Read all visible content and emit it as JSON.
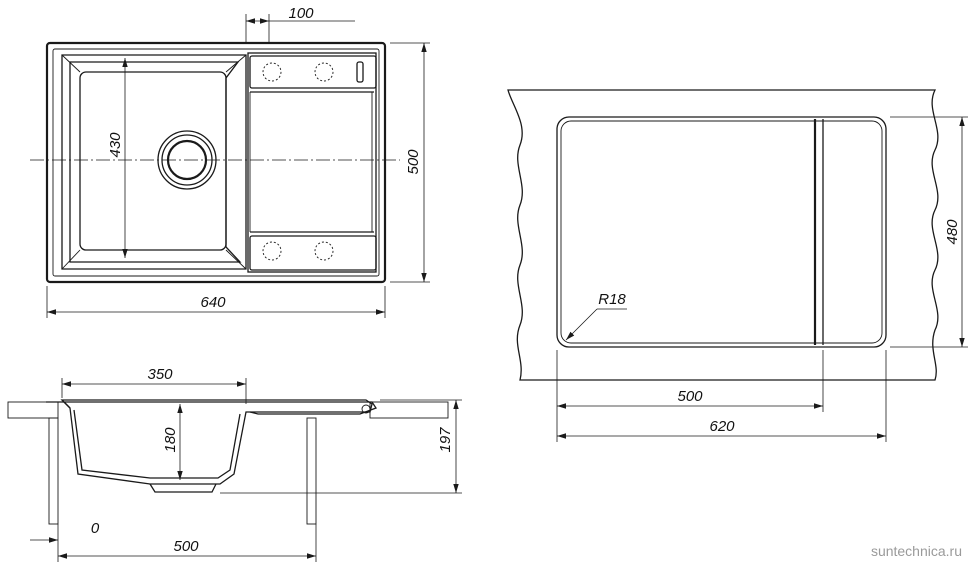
{
  "top_view": {
    "dim_width": "640",
    "dim_height": "500",
    "dim_bowl_depth": "430",
    "dim_drainer_offset": "100"
  },
  "section_view": {
    "dim_bowl_width": "350",
    "dim_bowl_depth": "180",
    "dim_total_height": "197",
    "dim_offset": "0",
    "dim_cabinet": "500"
  },
  "cutout_view": {
    "dim_radius": "R18",
    "dim_height": "480",
    "dim_inner_width": "500",
    "dim_total_width": "620"
  },
  "watermark": "suntechnica.ru"
}
